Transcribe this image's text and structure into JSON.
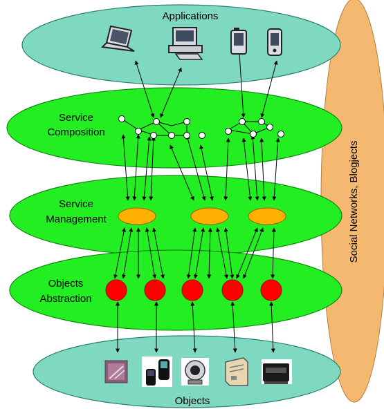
{
  "layers": {
    "applications": {
      "label": "Applications"
    },
    "service_composition": {
      "label_line1": "Service",
      "label_line2": "Composition"
    },
    "service_management": {
      "label_line1": "Service",
      "label_line2": "Management"
    },
    "objects_abstraction": {
      "label_line1": "Objects",
      "label_line2": "Abstraction"
    },
    "objects": {
      "label": "Objects"
    }
  },
  "side_panel": {
    "label": "Social Networks, Blogjects"
  },
  "colors": {
    "app_layer": "#7fd9c0",
    "object_layer": "#7fd9c0",
    "middle_layers": "#22ee22",
    "side_panel": "#f5b870",
    "service_node": "#ffb000",
    "object_node": "#ff0000",
    "composition_node": "#ffffff"
  },
  "icons": {
    "applications": [
      "laptop-icon",
      "desktop-pc-icon",
      "pda-icon",
      "mobile-phone-icon"
    ],
    "objects": [
      "sensor-board-icon",
      "mobile-phones-icon",
      "webcam-icon",
      "server-icon",
      "printer-icon"
    ]
  }
}
